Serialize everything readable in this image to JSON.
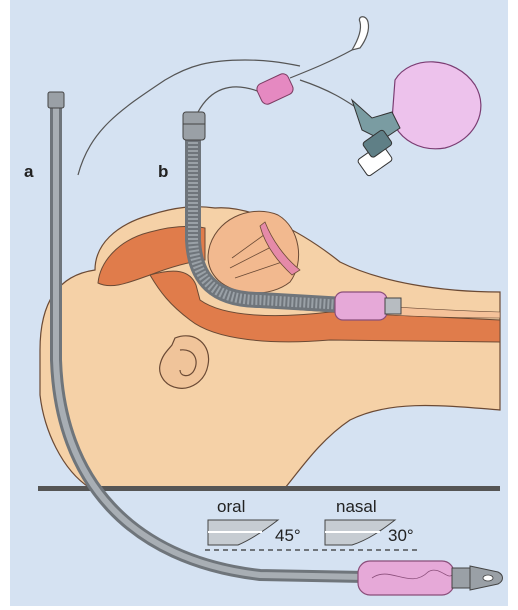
{
  "labels": {
    "a": "a",
    "b": "b",
    "oral": "oral",
    "nasal": "nasal",
    "angle_oral": "45°",
    "angle_nasal": "30°"
  },
  "colors": {
    "background": "#d5e2f2",
    "skin": "#f5d1a7",
    "airway": "#e07c4b",
    "tube_gray": "#8a9096",
    "cuff_pink": "#e6a9d8",
    "floor": "#555555"
  }
}
